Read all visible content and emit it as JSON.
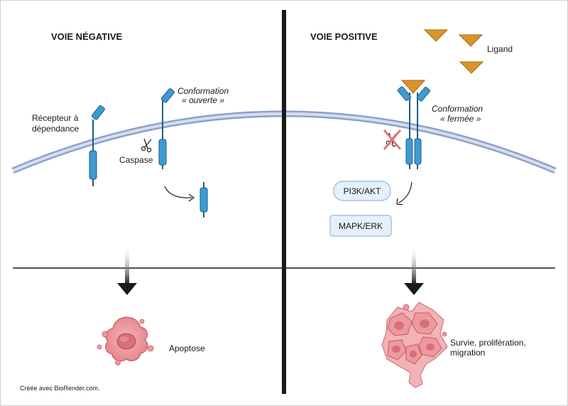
{
  "left": {
    "title": "VOIE NÉGATIVE",
    "receptor_label": [
      "Récepteur à",
      "dépendance"
    ],
    "conformation_label": [
      "Conformation",
      "« ouverte »"
    ],
    "caspase_label": "Caspase",
    "outcome": "Apoptose"
  },
  "right": {
    "title": "VOIE POSITIVE",
    "ligand_label": "Ligand",
    "conformation_label": [
      "Conformation",
      "« fermée »"
    ],
    "pathways": [
      "PI3K/AKT",
      "MAPK/ERK"
    ],
    "outcome": [
      "Survie, prolifération,",
      "migration"
    ]
  },
  "credit": "Créée avec BioRender.com.",
  "colors": {
    "receptor": "#3d9bd1",
    "receptor_dark": "#1c5e87",
    "membrane": "#a9b9d6",
    "ligand": "#d9952b",
    "cell": "#ec9a9f",
    "cell_dark": "#c95a63",
    "box": "#e6f0fb",
    "box_border": "#9bb6d8",
    "forbidden": "#e07a7a"
  },
  "icons": [
    "scissors-icon",
    "forbidden-cross-icon",
    "down-arrow-icon",
    "curved-arrow-icon"
  ]
}
